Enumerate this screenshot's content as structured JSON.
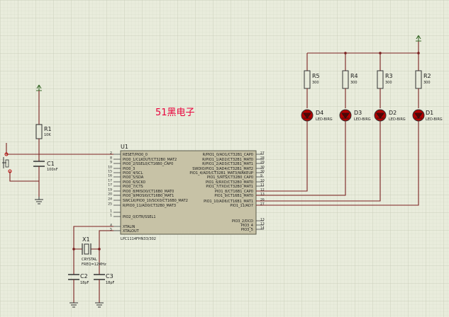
{
  "watermark": "51黑电子",
  "colors": {
    "background": "#e9ecdc",
    "grid": "#cfd3c0",
    "wire": "#7a2020",
    "led": "#b00000",
    "chip": "#c7c2a6"
  },
  "mcu": {
    "ref": "U1",
    "part": "LPC1114FHN33/302",
    "left_pins": [
      {
        "num": "2",
        "name": "RESET/PIO0_0"
      },
      {
        "num": "8",
        "name": "PIO0_1/CLKOUT/CT32B0_MAT2"
      },
      {
        "num": "9",
        "name": "PIO0_2/SSEL0/CT16B0_CAP0"
      },
      {
        "num": "10",
        "name": "PIO0_3"
      },
      {
        "num": "15",
        "name": "PIO0_4/SCL"
      },
      {
        "num": "16",
        "name": "PIO0_5/SDA"
      },
      {
        "num": "17",
        "name": "PIO0_6/SCK0"
      },
      {
        "num": "17",
        "name": "PIO0_7/CTS"
      },
      {
        "num": "19",
        "name": "PIO0_8/MISO0/CT16B0_MAT0"
      },
      {
        "num": "20",
        "name": "PIO0_9/MOSI0/CT16B0_MAT1"
      },
      {
        "num": "24",
        "name": "SWCLK/PIO0_10/SCK0/CT16B0_MAT2"
      },
      {
        "num": "25",
        "name": "R/PIO0_11/AD0/CT32B0_MAT3"
      },
      {
        "num": "1",
        "name": ""
      },
      {
        "num": "1",
        "name": "PIO2_0/DTR/SSEL1"
      },
      {
        "num": "4",
        "name": "XTALIN"
      },
      {
        "num": "5",
        "name": "XTALOUT"
      }
    ],
    "right_pins": [
      {
        "num": "27",
        "name": "R/PIO1_0/AD1/CT32B1_CAP0"
      },
      {
        "num": "28",
        "name": "R/PIO1_1/AD2/CT32B1_MAT0"
      },
      {
        "num": "29",
        "name": "R/PIO1_2/AD3/CT32B1_MAT1"
      },
      {
        "num": "30",
        "name": "SWDIO/PIO1_3/AD4/CT32B1_MAT2"
      },
      {
        "num": "30",
        "name": "PIO1_4/AD5/CT32B1_MAT3/WAKEUP"
      },
      {
        "num": "9",
        "name": "PIO1_5/RTS/CT32B0_CAP0"
      },
      {
        "num": "10",
        "name": "PIO1_6/RXD/CT32B0_MAT0"
      },
      {
        "num": "11",
        "name": "PIO1_7/TXD/CT32B0_MAT1"
      },
      {
        "num": "12",
        "name": "PIO1_8/CT16B1_CAP0"
      },
      {
        "num": "13",
        "name": "PIO1_9/CT16B1_MAT0"
      },
      {
        "num": "26",
        "name": "PIO1_10/AD6/CT16B1_MAT1"
      },
      {
        "num": "27",
        "name": "PIO1_11/AD7"
      },
      {
        "num": "13",
        "name": "PIO3_2/DCD"
      },
      {
        "num": "13",
        "name": "PIO3_4"
      },
      {
        "num": "14",
        "name": "PIO3_5"
      }
    ]
  },
  "components": {
    "r1": {
      "ref": "R1",
      "value": "10K"
    },
    "c1": {
      "ref": "C1",
      "value": "100nF"
    },
    "x1": {
      "ref": "X1",
      "type": "CRYSTAL",
      "freq": "FREQ=12MHz"
    },
    "c2": {
      "ref": "C2",
      "value": "18pF"
    },
    "c3": {
      "ref": "C3",
      "value": "18pF"
    },
    "resistors": [
      {
        "ref": "R5",
        "value": "300"
      },
      {
        "ref": "R4",
        "value": "300"
      },
      {
        "ref": "R3",
        "value": "300"
      },
      {
        "ref": "R2",
        "value": "300"
      }
    ],
    "leds": [
      {
        "ref": "D4",
        "type": "LED-BIRG"
      },
      {
        "ref": "D3",
        "type": "LED-BIRG"
      },
      {
        "ref": "D2",
        "type": "LED-BIRG"
      },
      {
        "ref": "D1",
        "type": "LED-BIRG"
      }
    ]
  }
}
